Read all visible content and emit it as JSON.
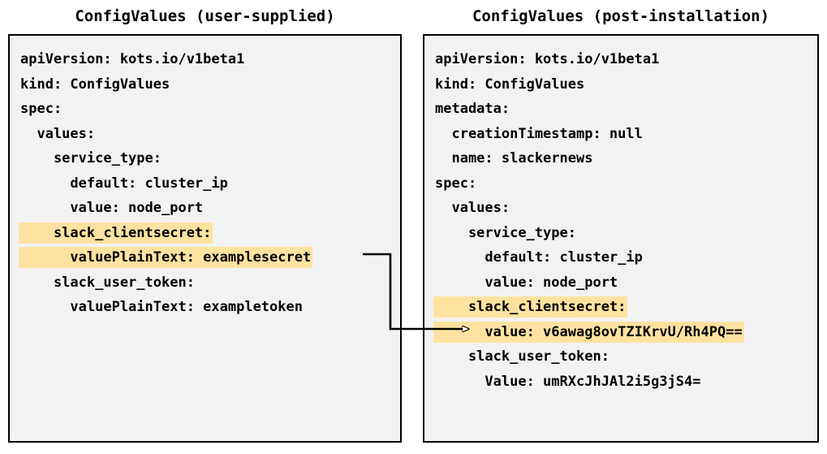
{
  "diagram": {
    "title_left": "ConfigValues (user-supplied)",
    "title_right": "ConfigValues (post-installation)",
    "highlight_color": "#ffe2a0",
    "box_background": "#f2f2f2",
    "border_color": "#000000",
    "connector": {
      "label": "encrypted-value-mapping-arrow",
      "from": "valuePlainText: examplesecret",
      "to": "value: v6awag8ovTZIKrvU/Rh4PQ=="
    }
  },
  "left_panel": {
    "lines": [
      {
        "text": "apiVersion: kots.io/v1beta1",
        "highlight": false
      },
      {
        "text": "kind: ConfigValues",
        "highlight": false
      },
      {
        "text": "spec:",
        "highlight": false
      },
      {
        "text": "  values:",
        "highlight": false
      },
      {
        "text": "    service_type:",
        "highlight": false
      },
      {
        "text": "      default: cluster_ip",
        "highlight": false
      },
      {
        "text": "      value: node_port",
        "highlight": false
      },
      {
        "text": "    slack_clientsecret:",
        "highlight": true
      },
      {
        "text": "      valuePlainText: examplesecret",
        "highlight": true
      },
      {
        "text": "    slack_user_token:",
        "highlight": false
      },
      {
        "text": "      valuePlainText: exampletoken",
        "highlight": false
      }
    ]
  },
  "right_panel": {
    "lines": [
      {
        "text": "apiVersion: kots.io/v1beta1",
        "highlight": false
      },
      {
        "text": "kind: ConfigValues",
        "highlight": false
      },
      {
        "text": "metadata:",
        "highlight": false
      },
      {
        "text": "  creationTimestamp: null",
        "highlight": false
      },
      {
        "text": "  name: slackernews",
        "highlight": false
      },
      {
        "text": "spec:",
        "highlight": false
      },
      {
        "text": "  values:",
        "highlight": false
      },
      {
        "text": "    service_type:",
        "highlight": false
      },
      {
        "text": "      default: cluster_ip",
        "highlight": false
      },
      {
        "text": "      value: node_port",
        "highlight": false
      },
      {
        "text": "    slack_clientsecret:",
        "highlight": true
      },
      {
        "text": "      value: v6awag8ovTZIKrvU/Rh4PQ==",
        "highlight": true
      },
      {
        "text": "    slack_user_token:",
        "highlight": false
      },
      {
        "text": "      Value: umRXcJhJAl2i5g3jS4=",
        "highlight": false
      }
    ]
  }
}
